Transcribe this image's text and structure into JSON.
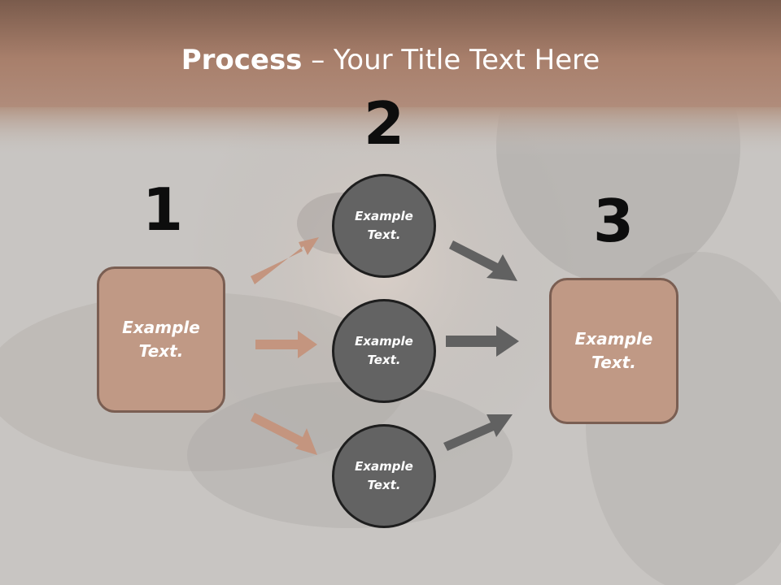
{
  "title": {
    "bold": "Process",
    "rest": " – Your Title Text Here"
  },
  "steps": {
    "one": "1",
    "two": "2",
    "three": "3"
  },
  "left_box": {
    "line1": "Example",
    "line2": "Text."
  },
  "right_box": {
    "line1": "Example",
    "line2": "Text."
  },
  "circles": [
    {
      "line1": "Example",
      "line2": "Text."
    },
    {
      "line1": "Example",
      "line2": "Text."
    },
    {
      "line1": "Example",
      "line2": "Text."
    }
  ],
  "colors": {
    "header": "#a57d69",
    "box_fill": "#c09985",
    "box_border": "#7a5e52",
    "circle_fill": "#636363",
    "arrow_tan": "#c4957f",
    "arrow_gray": "#616161"
  }
}
